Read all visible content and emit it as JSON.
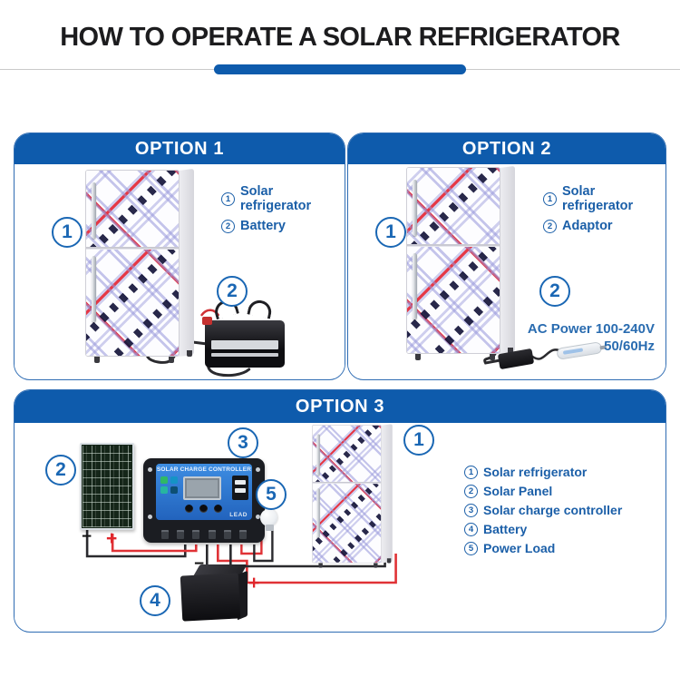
{
  "page": {
    "title": "HOW TO OPERATE A SOLAR REFRIGERATOR"
  },
  "colors": {
    "header_blue": "#0e5bac",
    "accent_blue": "#1b5fa8",
    "marker_blue": "#1a67b4",
    "wire_red": "#e03236",
    "wire_black": "#2a2a2e"
  },
  "options": [
    {
      "header": "OPTION 1",
      "markers": [
        "1",
        "2"
      ],
      "legend": [
        {
          "num": "1",
          "label": "Solar refrigerator"
        },
        {
          "num": "2",
          "label": "Battery"
        }
      ]
    },
    {
      "header": "OPTION 2",
      "markers": [
        "1",
        "2"
      ],
      "legend": [
        {
          "num": "1",
          "label": "Solar refrigerator"
        },
        {
          "num": "2",
          "label": "Adaptor"
        }
      ],
      "note": [
        "AC Power 100-240V",
        "50/60Hz"
      ]
    },
    {
      "header": "OPTION 3",
      "markers": [
        "1",
        "2",
        "3",
        "4",
        "5"
      ],
      "legend": [
        {
          "num": "1",
          "label": "Solar refrigerator"
        },
        {
          "num": "2",
          "label": "Solar Panel"
        },
        {
          "num": "3",
          "label": "Solar charge controller"
        },
        {
          "num": "4",
          "label": "Battery"
        },
        {
          "num": "5",
          "label": "Power Load"
        }
      ],
      "controller": {
        "title": "SOLAR CHARGE CONTROLLER",
        "brand": "LEAD"
      },
      "polarity": {
        "plus": "+",
        "minus": "−"
      }
    }
  ]
}
